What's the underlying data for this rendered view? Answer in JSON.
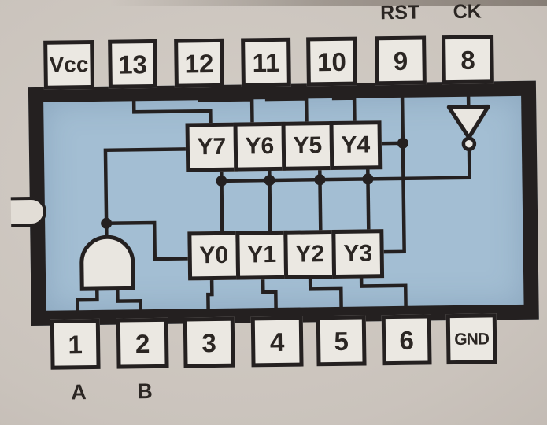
{
  "page": {
    "description": "Photographed textbook diagram of a 14-pin IC showing internal logic wiring",
    "colors": {
      "page_bg": "#cac3bc",
      "chip_fill": "#a3bed3",
      "line": "#242020",
      "box_fill": "#ebe8e2"
    }
  },
  "chip": {
    "top_labels": {
      "rst": "RST",
      "ck": "CK"
    },
    "top_pins": [
      "Vcc",
      "13",
      "12",
      "11",
      "10",
      "9",
      "8"
    ],
    "bottom_pins": [
      "1",
      "2",
      "3",
      "4",
      "5",
      "6",
      "GND"
    ],
    "bottom_labels": {
      "a": "A",
      "b": "B"
    },
    "output_row_upper": [
      "Y7",
      "Y6",
      "Y5",
      "Y4"
    ],
    "output_row_lower": [
      "Y0",
      "Y1",
      "Y2",
      "Y3"
    ],
    "icons": {
      "and_gate": "and-gate",
      "inverter": "inverter-with-bubble",
      "notch": "dip-package-notch",
      "junction": "junction-dot"
    }
  }
}
